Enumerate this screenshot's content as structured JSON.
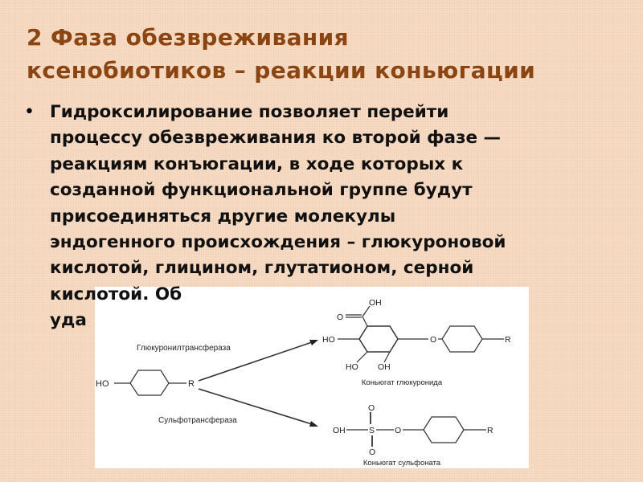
{
  "slide": {
    "title_lines": [
      "2  Фаза обезвреживания",
      "ксенобиотиков – реакции коньюгации"
    ],
    "bullet_symbol": "•",
    "body_lines": [
      "Гидроксилирование позволяет перейти",
      "процессу обезвреживания ко второй фазе —",
      "реакциям конъюгации, в ходе которых к",
      "созданной функциональной группе будут",
      "присоединяться другие молекулы",
      "эндогенного происхождения – глюкуроновой",
      "кислотой, глицином, глутатионом, серной",
      "кислотой. Об",
      "уда"
    ],
    "colors": {
      "title": "#8b4513",
      "background": "#f6dcc6",
      "text": "#111111"
    }
  },
  "diagram": {
    "substrate": {
      "ho": "HO",
      "r": "R"
    },
    "enzyme_top": "Глюкуронилтрансфераза",
    "enzyme_bottom": "Сульфотрансфераза",
    "glucuronide": {
      "oh_top": "OH",
      "o_carbonyl": "O",
      "ho_left": "HO",
      "ho_bottom": "HO",
      "oh_bottom": "OH",
      "o_link": "O",
      "r": "R",
      "label": "Коньюгат глюкуронида"
    },
    "sulfonate": {
      "oh": "OH",
      "s": "S",
      "o_top": "O",
      "o_bottom": "O",
      "o_link": "O",
      "r": "R",
      "label": "Коньюгат сульфоната"
    }
  }
}
